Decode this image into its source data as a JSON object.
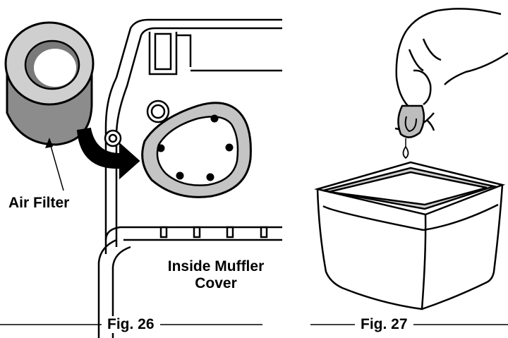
{
  "labels": {
    "air_filter": "Air Filter",
    "inside_cover_line1": "Inside Muffler",
    "inside_cover_line2": "Cover"
  },
  "captions": {
    "fig26": "Fig. 26",
    "fig27": "Fig. 27"
  },
  "colors": {
    "line": "#000000",
    "filter_fill": "#b9b9b9",
    "filter_inner": "#7f7f7f",
    "background": "#ffffff"
  },
  "icons": [
    "arrow-icon",
    "hand-icon",
    "water-drop-icon"
  ]
}
